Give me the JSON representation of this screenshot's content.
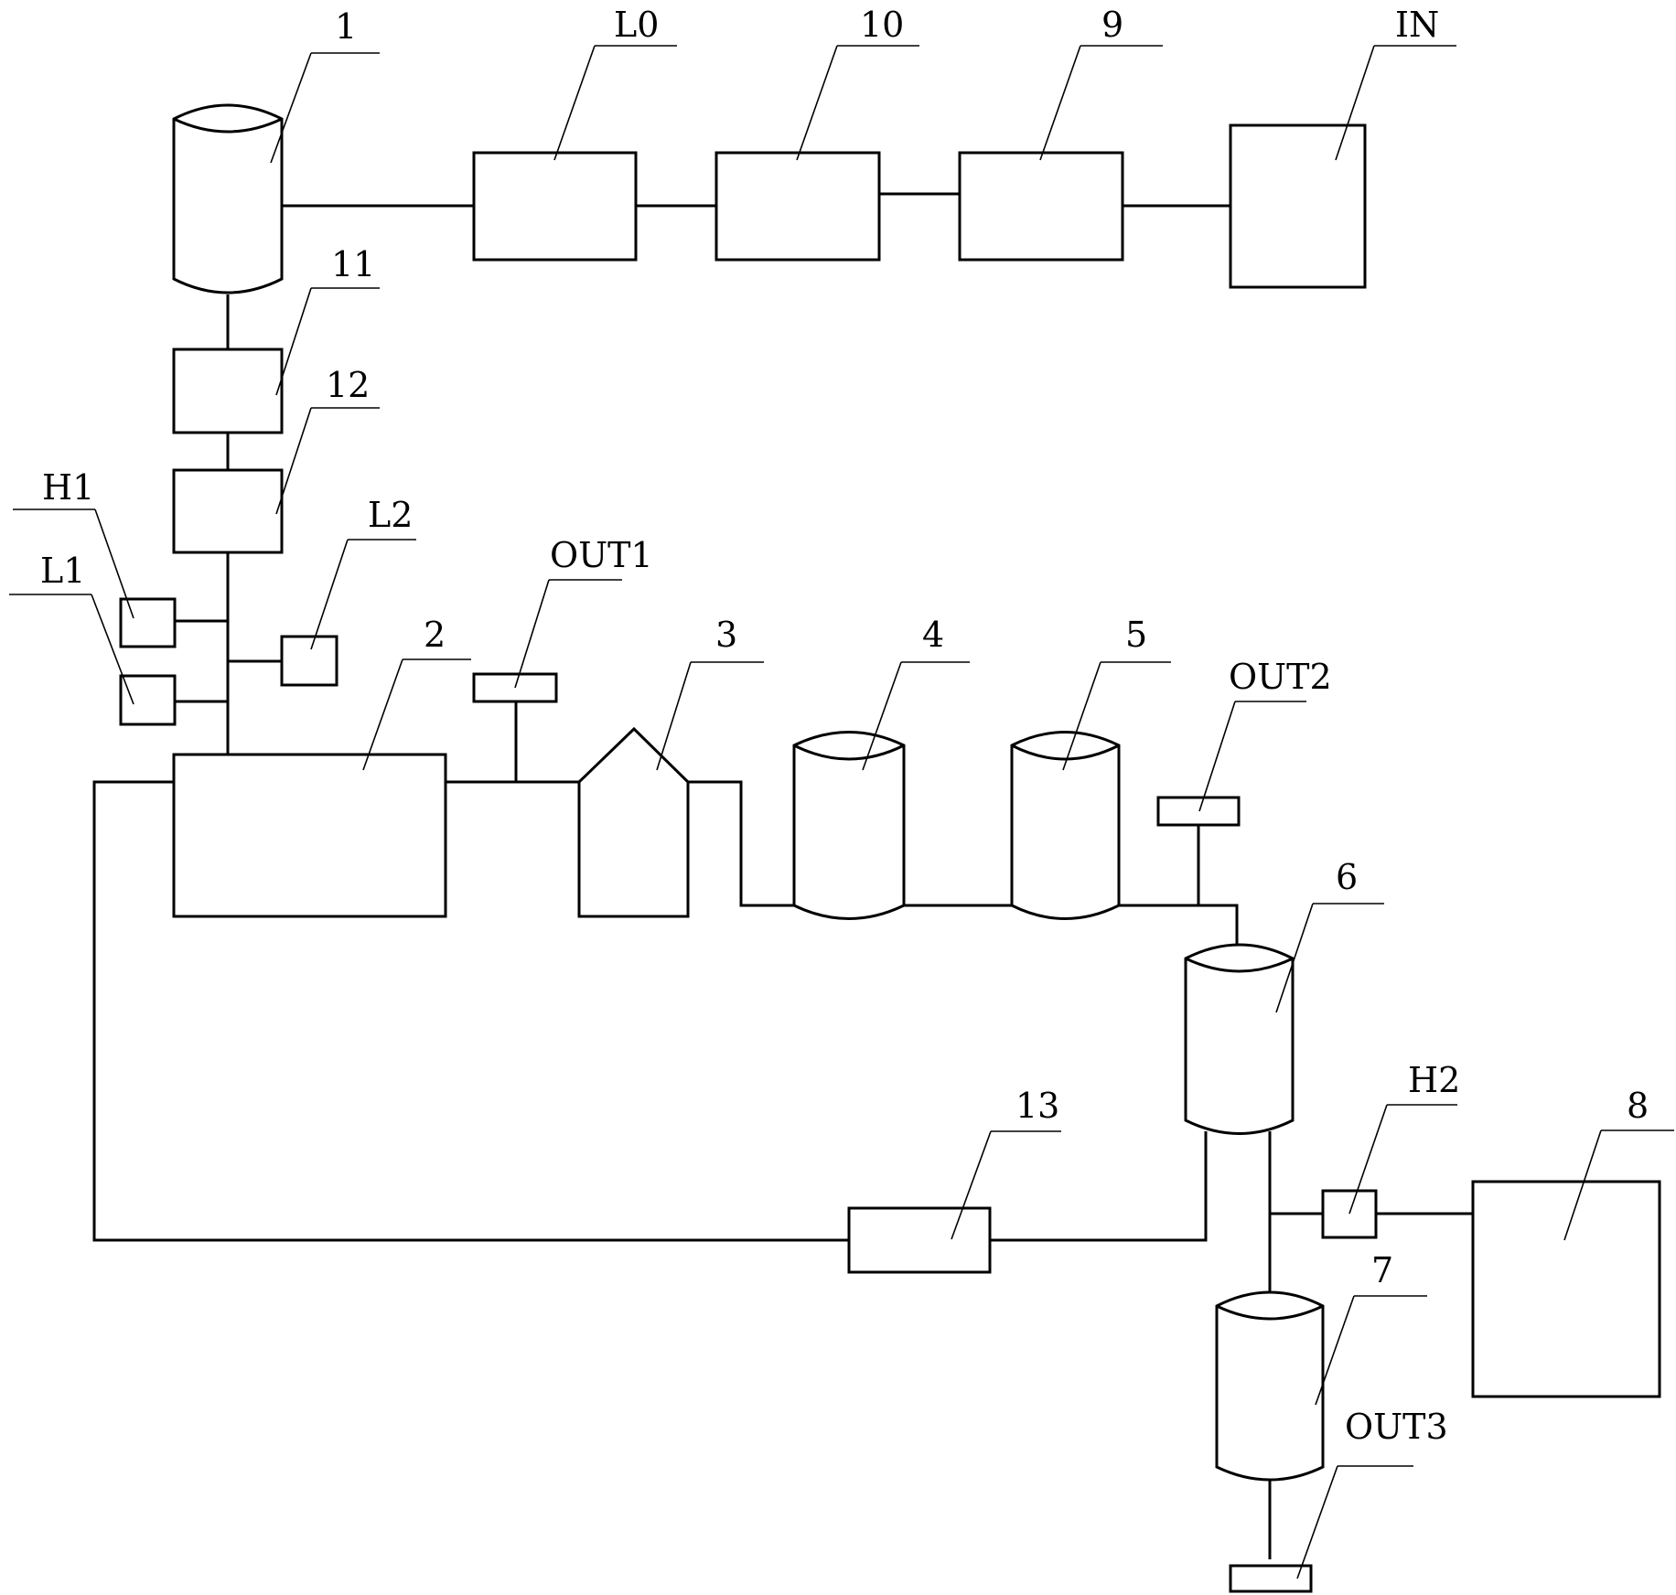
{
  "labels": {
    "tank_1": "1",
    "box_l0": "L0",
    "box_10": "10",
    "box_9": "9",
    "box_in": "IN",
    "box_11": "11",
    "box_12": "12",
    "sensor_h1": "H1",
    "sensor_l1": "L1",
    "sensor_l2": "L2",
    "box_2": "2",
    "outlet_1": "OUT1",
    "unit_3": "3",
    "tank_4": "4",
    "tank_5": "5",
    "outlet_2": "OUT2",
    "tank_6": "6",
    "box_13": "13",
    "sensor_h2": "H2",
    "box_8": "8",
    "tank_7": "7",
    "outlet_3": "OUT3"
  }
}
